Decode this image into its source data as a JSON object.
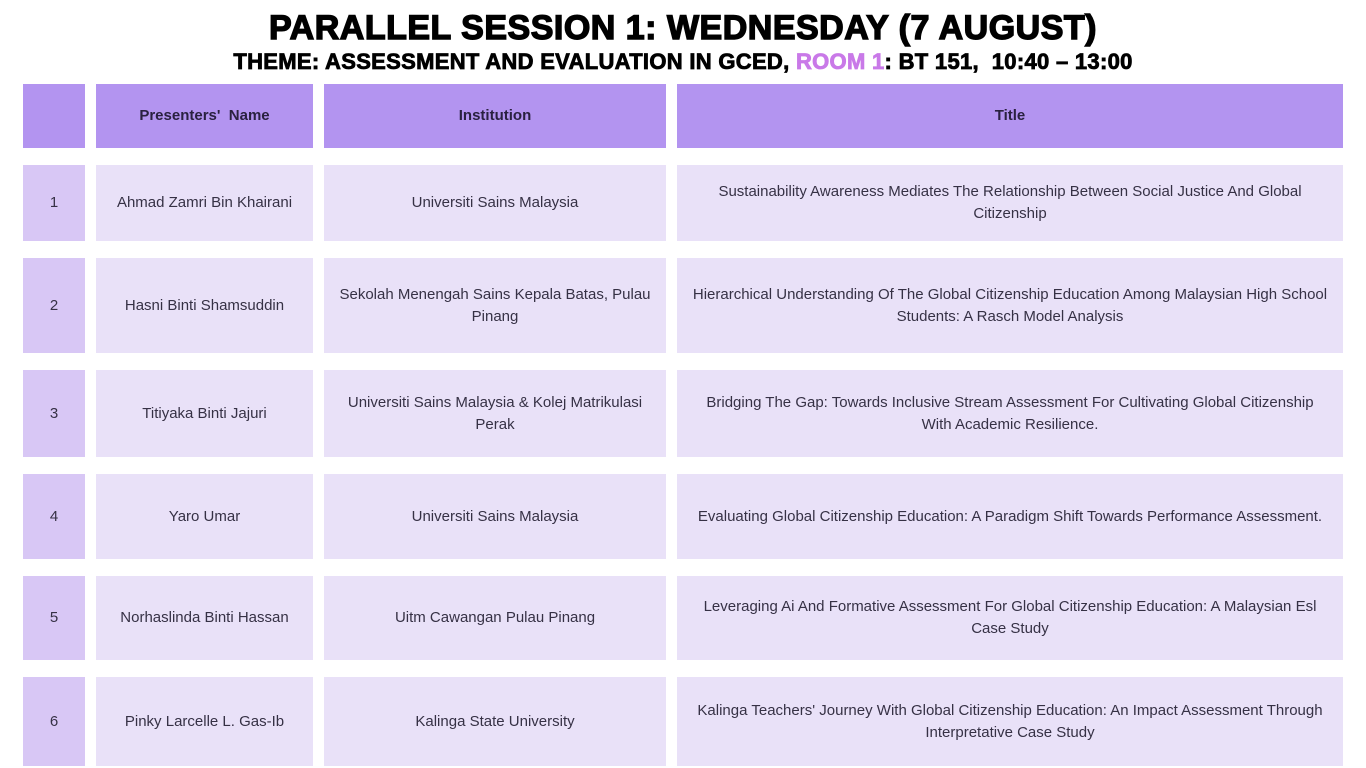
{
  "header": {
    "title": "PARALLEL SESSION 1: WEDNESDAY (7 AUGUST)",
    "subtitle_prefix": "THEME: ASSESSMENT AND EVALUATION IN GCED, ",
    "subtitle_room": "ROOM 1",
    "subtitle_suffix": ": BT 151,  10:40 – 13:00"
  },
  "colors": {
    "room_highlight": "#c979e8",
    "header_cell_bg": "#b394f0",
    "number_cell_bg": "#d8c7f5",
    "data_cell_bg": "#e9e1f8"
  },
  "table": {
    "columns": [
      "",
      "Presenters'  Name",
      "Institution",
      "Title"
    ],
    "rows": [
      {
        "no": "1",
        "name": "Ahmad Zamri Bin Khairani",
        "institution": "Universiti Sains Malaysia",
        "title": "Sustainability Awareness Mediates The Relationship Between Social Justice And Global Citizenship"
      },
      {
        "no": "2",
        "name": "Hasni Binti Shamsuddin",
        "institution": "Sekolah Menengah Sains Kepala Batas, Pulau Pinang",
        "title": "Hierarchical Understanding Of The Global Citizenship Education Among Malaysian High School Students: A Rasch Model Analysis"
      },
      {
        "no": "3",
        "name": "Titiyaka Binti Jajuri",
        "institution": "Universiti Sains Malaysia & Kolej Matrikulasi Perak",
        "title": "Bridging The Gap: Towards Inclusive Stream Assessment For Cultivating Global Citizenship With Academic Resilience."
      },
      {
        "no": "4",
        "name": "Yaro Umar",
        "institution": "Universiti Sains Malaysia",
        "title": "Evaluating Global Citizenship Education: A Paradigm Shift Towards Performance Assessment."
      },
      {
        "no": "5",
        "name": "Norhaslinda Binti Hassan",
        "institution": "Uitm Cawangan Pulau Pinang",
        "title": "Leveraging Ai And Formative Assessment For Global Citizenship Education: A Malaysian Esl Case Study"
      },
      {
        "no": "6",
        "name": "Pinky Larcelle L. Gas-Ib",
        "institution": "Kalinga State University",
        "title": "Kalinga Teachers' Journey With Global Citizenship Education: An Impact Assessment Through Interpretative Case Study"
      }
    ]
  }
}
